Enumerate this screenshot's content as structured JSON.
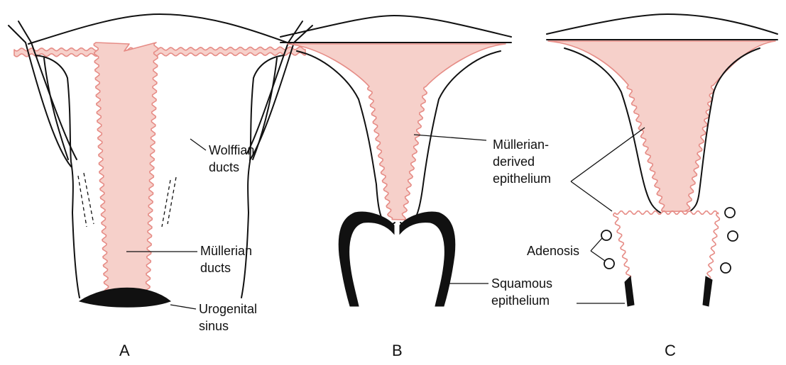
{
  "panels": {
    "a": "A",
    "b": "B",
    "c": "C"
  },
  "labels": {
    "wolffian_1": "Wolffian",
    "wolffian_2": "ducts",
    "mullerian_1": "Müllerian",
    "mullerian_2": "ducts",
    "urogenital_1": "Urogenital",
    "urogenital_2": "sinus",
    "mderived_1": "Müllerian-",
    "mderived_2": "derived",
    "mderived_3": "epithelium",
    "squamous_1": "Squamous",
    "squamous_2": "epithelium",
    "adenosis": "Adenosis"
  },
  "colors": {
    "epithelium_fill": "#f6d0ca",
    "epithelium_edge": "#e68c86",
    "outline": "#111111"
  }
}
